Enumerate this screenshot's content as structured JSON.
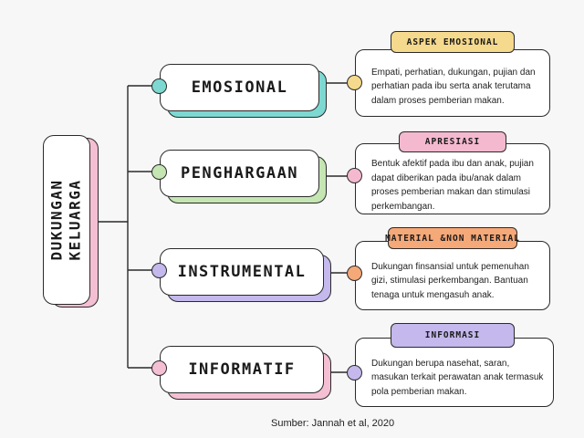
{
  "root": {
    "label": "DUKUNGAN KELUARGA"
  },
  "categories": [
    {
      "label": "EMOSIONAL",
      "tag": "ASPEK EMOSIONAL",
      "description": "Empati, perhatian, dukungan, pujian dan perhatian pada ibu serta anak terutama dalam proses pemberian makan.",
      "color": "#7dd8d2",
      "dot_color": "#f5d98c",
      "tag_color": "#f5d98c"
    },
    {
      "label": "PENGHARGAAN",
      "tag": "APRESIASI",
      "description": "Bentuk afektif pada ibu dan anak, pujian dapat diberikan pada ibu/anak dalam proses pemberian makan dan stimulasi perkembangan.",
      "color": "#c5e6b3",
      "dot_color": "#f4b9cf",
      "tag_color": "#f4b9cf"
    },
    {
      "label": "INSTRUMENTAL",
      "tag": "MATERIAL &NON MATERIAL",
      "description": "Dukungan finsansial untuk pemenuhan gizi, stimulasi perkembangan. Bantuan tenaga untuk mengasuh anak.",
      "color": "#c4b8ec",
      "dot_color": "#f5a878",
      "tag_color": "#f5a878"
    },
    {
      "label": "INFORMATIF",
      "tag": "INFORMASI",
      "description": "Dukungan berupa nasehat, saran, masukan terkait perawatan anak termasuk pola pemberian makan.",
      "color": "#f4bfd3",
      "dot_color": "#c4b8ec",
      "tag_color": "#c4b8ec"
    }
  ],
  "source": "Sumber: Jannah et al, 2020"
}
